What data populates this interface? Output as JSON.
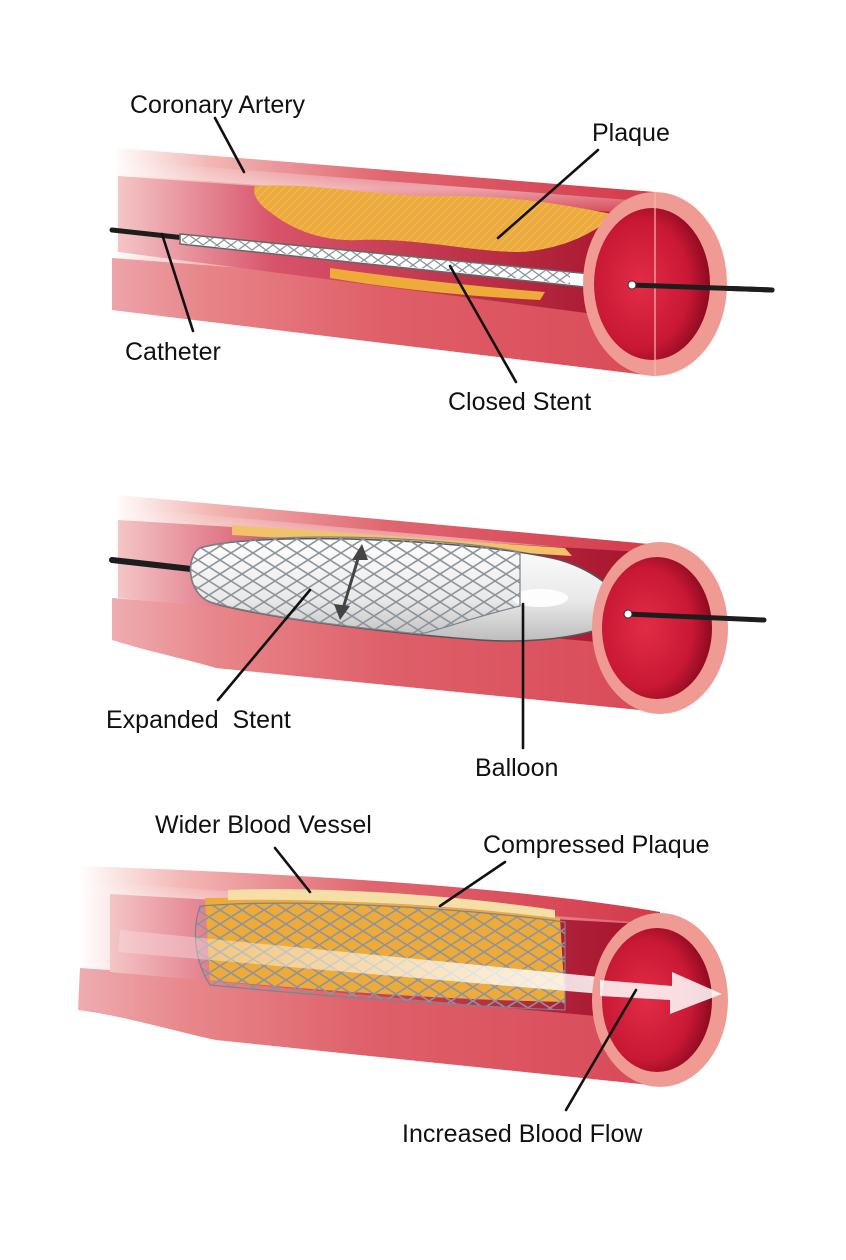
{
  "colors": {
    "artery_outer": "#d93f4a",
    "artery_highlight": "#f7c9c6",
    "artery_dark": "#9e1026",
    "lumen": "#d0263f",
    "rim": "#ef9b93",
    "plaque": "#efab3a",
    "plaque_light": "#f6dfa6",
    "stent": "#9aa0a6",
    "balloon": "#f4f4f4",
    "catheter": "#222222",
    "label_text": "#111111"
  },
  "panels": [
    {
      "id": "stent-delivery",
      "labels": {
        "coronary_artery": "Coronary Artery",
        "plaque": "Plaque",
        "catheter": "Catheter",
        "closed_stent": "Closed Stent"
      }
    },
    {
      "id": "stent-expansion",
      "labels": {
        "expanded_stent": "Expanded  Stent",
        "balloon": "Balloon"
      }
    },
    {
      "id": "stent-deployed",
      "labels": {
        "wider_vessel": "Wider Blood Vessel",
        "compressed_plaque": "Compressed Plaque",
        "increased_flow": "Increased Blood Flow"
      }
    }
  ]
}
